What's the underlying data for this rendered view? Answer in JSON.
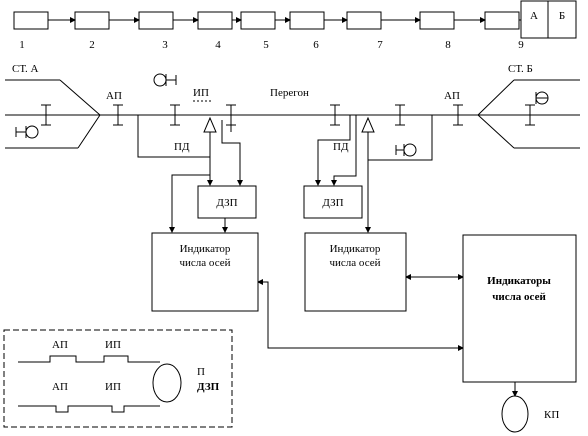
{
  "top_chain": {
    "numbers": [
      "1",
      "2",
      "3",
      "4",
      "5",
      "6",
      "7",
      "8",
      "9"
    ],
    "end_box": [
      "А",
      "Б"
    ]
  },
  "track": {
    "station_a": "СТ. А",
    "station_b": "СТ. Б",
    "ap_left": "АП",
    "ap_right": "АП",
    "ip": "ИП",
    "peregon": "Перегон",
    "pd_left": "ПД",
    "pd_right": "ПД"
  },
  "blocks": {
    "dzp_left": "ДЗП",
    "dzp_right": "ДЗП",
    "ind_left": [
      "Индикатор",
      "числа осей"
    ],
    "ind_mid": [
      "Индикатор",
      "числа осей"
    ],
    "ind_big": [
      "Индикаторы",
      "числа осей"
    ],
    "kp": "КП"
  },
  "legend": {
    "ap1": "АП",
    "ip1": "ИП",
    "ap2": "АП",
    "ip2": "ИП",
    "p": "П",
    "dzp": "ДЗП"
  }
}
